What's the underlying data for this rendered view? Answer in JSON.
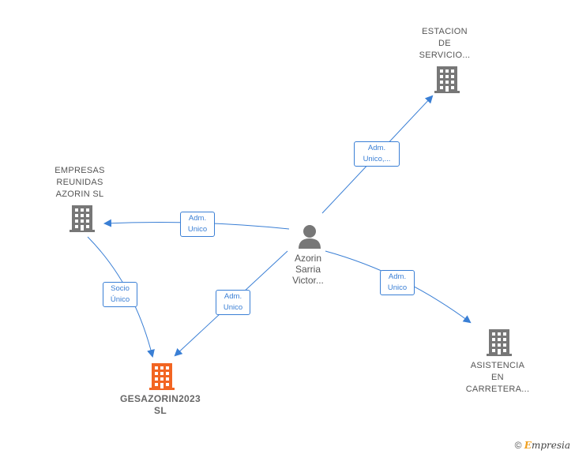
{
  "nodes": {
    "estacion": {
      "label": "ESTACION\nDE\nSERVICIO..."
    },
    "empresas": {
      "label": "EMPRESAS\nREUNIDAS\nAZORIN  SL"
    },
    "gesazorin": {
      "label": "GESAZORIN2023\nSL"
    },
    "asistencia": {
      "label": "ASISTENCIA\nEN\nCARRETERA..."
    },
    "person": {
      "label": "Azorin\nSarria\nVictor..."
    }
  },
  "edges": {
    "to_estacion": "Adm.\nUnico,...",
    "to_empresas": "Adm.\nUnico",
    "to_gesazorin": "Adm.\nUnico",
    "to_asistencia": "Adm.\nUnico",
    "empresas_gesazorin": "Socio\nÚnico"
  },
  "colors": {
    "edge": "#3a7fd5",
    "company": "#777777",
    "focus_company": "#f26522"
  },
  "footer": {
    "copyright": "©",
    "brand": "mpresia",
    "brand_initial": "E"
  }
}
